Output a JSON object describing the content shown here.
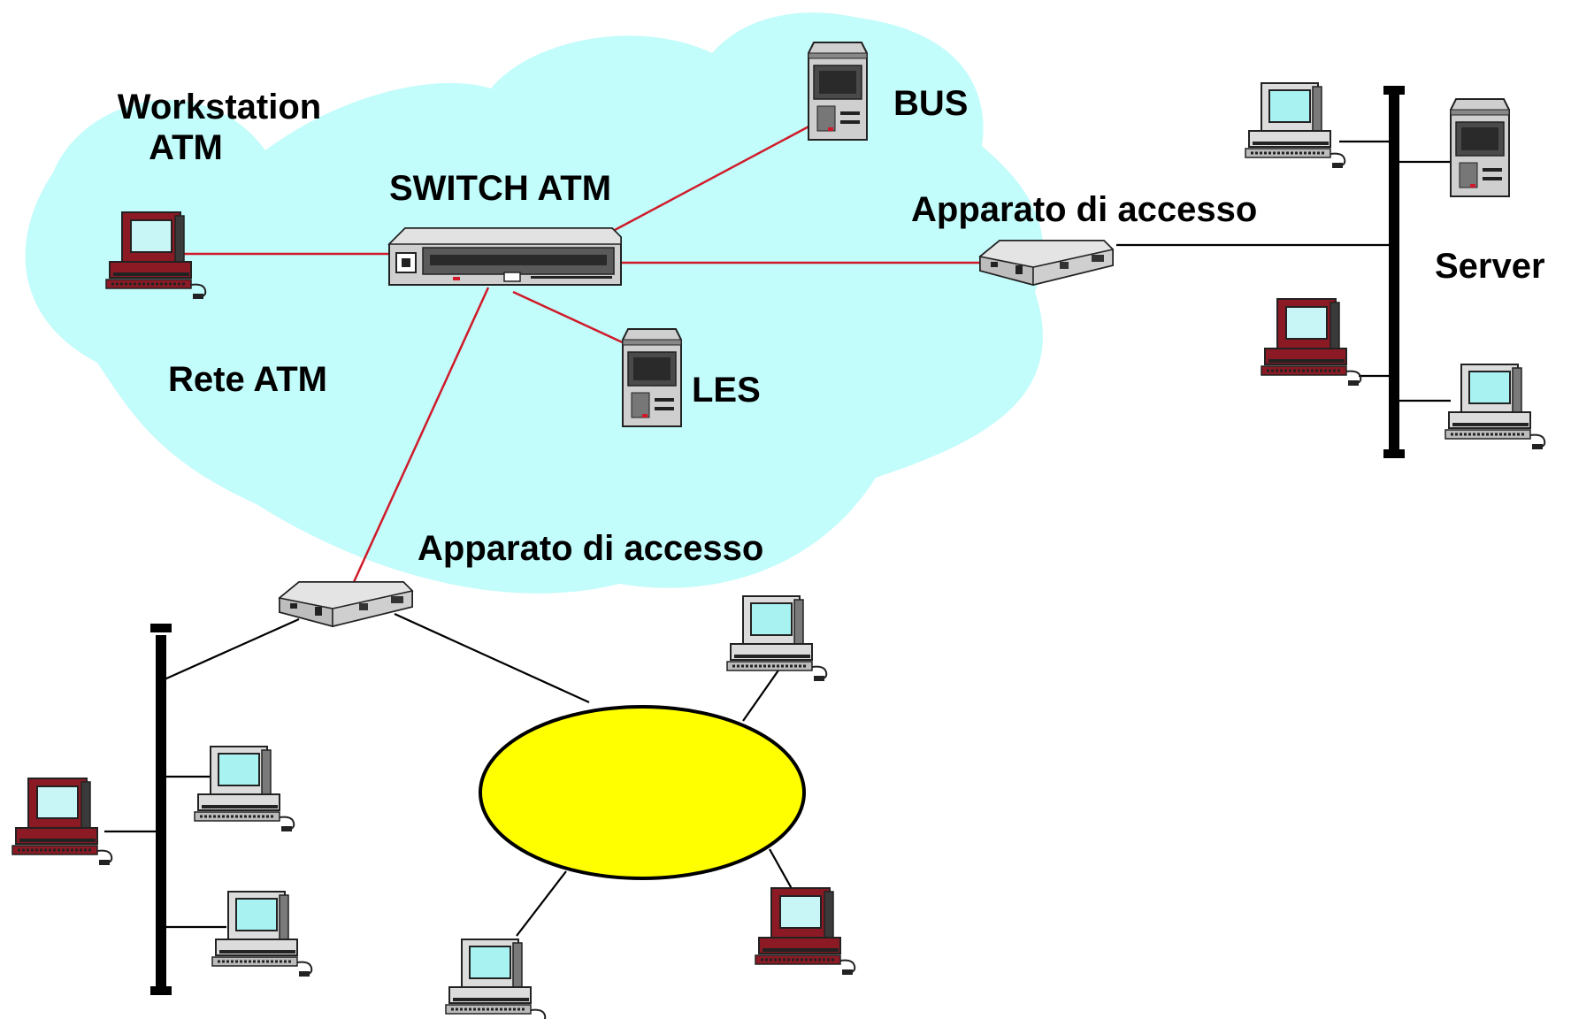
{
  "labels": {
    "workstation_line1": "Workstation",
    "workstation_line2": "ATM",
    "switch": "SWITCH ATM",
    "bus": "BUS",
    "les": "LES",
    "rete": "Rete ATM",
    "access_right": "Apparato di accesso",
    "access_bottom": "Apparato di accesso",
    "server": "Server"
  },
  "colors": {
    "cloud": "#c2fcfb",
    "ring": "#ffff00",
    "atm_link": "#d01a2a",
    "lan_link": "#000000",
    "pc_red": "#8b1a24",
    "pc_grey": "#d8d8d8"
  },
  "icons": [
    "pc-icon",
    "server-icon",
    "switch-icon",
    "access-device-icon"
  ]
}
